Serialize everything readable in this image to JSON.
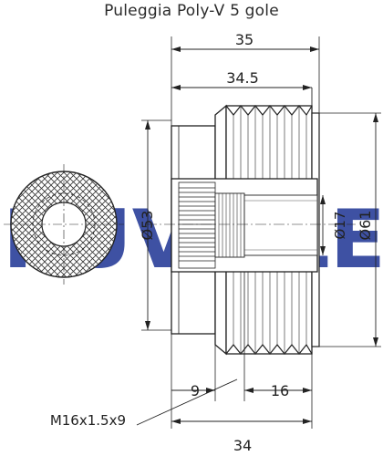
{
  "title": "Puleggia Poly-V 5 gole",
  "watermark": "RUVILLE",
  "dimensions": {
    "overall_top": "35",
    "top_second": "34.5",
    "bottom_total": "34",
    "left_segment": "9",
    "right_segment": "16",
    "bore_diameter": "Ø53",
    "inner_diameter": "Ø17",
    "outer_diameter": "Ø61",
    "thread_note": "M16x1.5x9"
  },
  "colors": {
    "line": "#222222",
    "watermark": "#2a3f9a",
    "fill": "#ffffff"
  }
}
